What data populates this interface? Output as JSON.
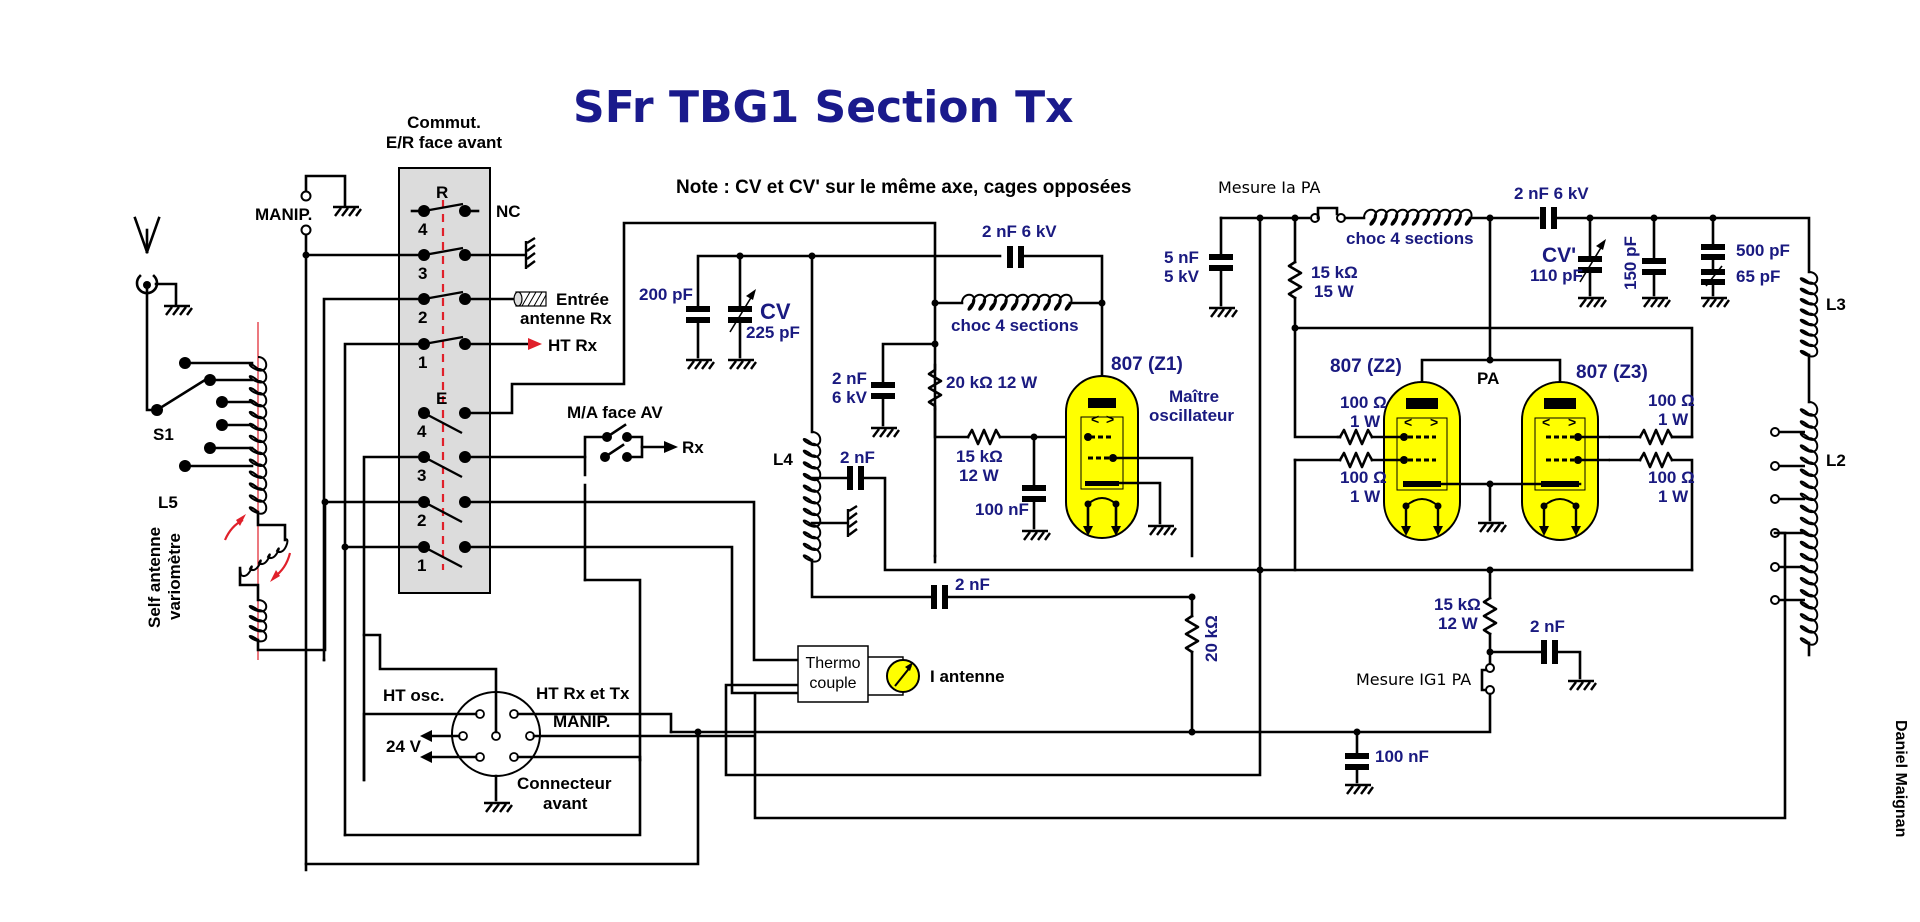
{
  "title": "SFr  TBG1  Section Tx",
  "note": "Note : CV et CV' sur le même axe, cages opposées",
  "author": "Daniel Maignan",
  "colors": {
    "title": "#1a1a8c",
    "values": "#1a1a80",
    "tube_fill": "#ffff00",
    "switch_box": "#dcdcdc",
    "red_mark": "#e0202a"
  },
  "commutator": {
    "label_line1": "Commut.",
    "label_line2": "E/R face avant",
    "section_r": "R",
    "section_e": "E",
    "r_contacts": [
      "4",
      "3",
      "2",
      "1"
    ],
    "e_contacts": [
      "4",
      "3",
      "2",
      "1"
    ],
    "nc_label": "NC",
    "rx_antenna_line1": "Entrée",
    "rx_antenna_line2": "antenne Rx",
    "ht_rx": "HT Rx"
  },
  "manip_top": "MANIP.",
  "ma_switch": {
    "label": "M/A face AV",
    "output": "Rx"
  },
  "antenna_section": {
    "s1": "S1",
    "l5": "L5",
    "variometer_line1": "Self antenne",
    "variometer_line2": "variomètre"
  },
  "oscillator": {
    "c200": "200 pF",
    "cv_name": "CV",
    "cv_value": "225 pF",
    "cap_top": "2 nF 6 kV",
    "choke": "choc 4 sections",
    "cap_2nf_line1": "2 nF",
    "cap_2nf_line2": "6 kV",
    "r20k": "20 kΩ  12 W",
    "r15k_line1": "15 kΩ",
    "r15k_line2": "12 W",
    "c100n": "100 nF",
    "tube_name": "807  (Z1)",
    "tube_role_line1": "Maître",
    "tube_role_line2": "oscillateur",
    "l4": "L4",
    "l4_cap": "2 nF",
    "coupling_cap": "2 nF",
    "r20k_vertical": "20 kΩ"
  },
  "pa": {
    "mesure_ia": "Mesure Ia  PA",
    "c5n_line1": "5 nF",
    "c5n_line2": "5 kV",
    "r15k_line1": "15 kΩ",
    "r15k_line2": "15 W",
    "choke": "choc 4 sections",
    "cap_top": "2 nF 6 kV",
    "cv2_name": "CV'",
    "cv2_value": "110 pF",
    "c150": "150 pF",
    "c500": "500 pF",
    "c65": "65 pF",
    "l3": "L3",
    "l2": "L2",
    "pa_label": "PA",
    "tube2": "807 (Z2)",
    "tube3": "807 (Z3)",
    "grid_res": [
      {
        "line1": "100 Ω",
        "line2": "1 W"
      },
      {
        "line1": "100 Ω",
        "line2": "1 W"
      },
      {
        "line1": "100 Ω",
        "line2": "1 W"
      },
      {
        "line1": "100 Ω",
        "line2": "1 W"
      }
    ],
    "r15k_bias_line1": "15 kΩ",
    "r15k_bias_line2": "12 W",
    "bias_cap": "2 nF",
    "mesure_ig1": "Mesure IG1 PA",
    "c100n": "100 nF"
  },
  "connector": {
    "ht_osc": "HT osc.",
    "ht_rx_tx": "HT Rx et Tx",
    "manip": "MANIP.",
    "v24": "24 V",
    "label_line1": "Connecteur",
    "label_line2": "avant"
  },
  "thermocouple": {
    "line1": "Thermo",
    "line2": "couple",
    "meter_label": "I antenne"
  }
}
